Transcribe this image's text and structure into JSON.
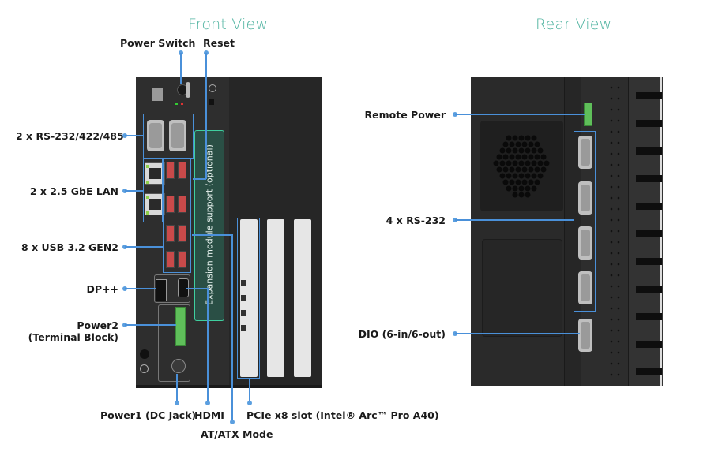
{
  "front_view": {
    "title": "Front View",
    "labels": {
      "power_switch": "Power Switch",
      "reset": "Reset",
      "serial": "2 x RS-232/422/485",
      "lan": "2 x 2.5 GbE LAN",
      "usb": "8 x USB 3.2 GEN2",
      "dp": "DP++",
      "power2_line1": "Power2",
      "power2_line2": "(Terminal Block)",
      "power1": "Power1 (DC Jack)",
      "hdmi": "HDMI",
      "at_atx": "AT/ATX Mode",
      "pcie": "PCIe x8 slot (Intel® Arc™ Pro A40)"
    },
    "expansion_module": "Expansion module support (optional)"
  },
  "rear_view": {
    "title": "Rear View",
    "labels": {
      "remote_power": "Remote Power",
      "rs232": "4 x RS-232",
      "dio": "DIO (6-in/6-out)"
    }
  },
  "colors": {
    "title_accent": "#4fb3a0",
    "callout_line": "#4a90d9",
    "chassis": "#2b2b2b",
    "expansion_box": "#2a4f45",
    "terminal_block": "#5fbf5a"
  }
}
